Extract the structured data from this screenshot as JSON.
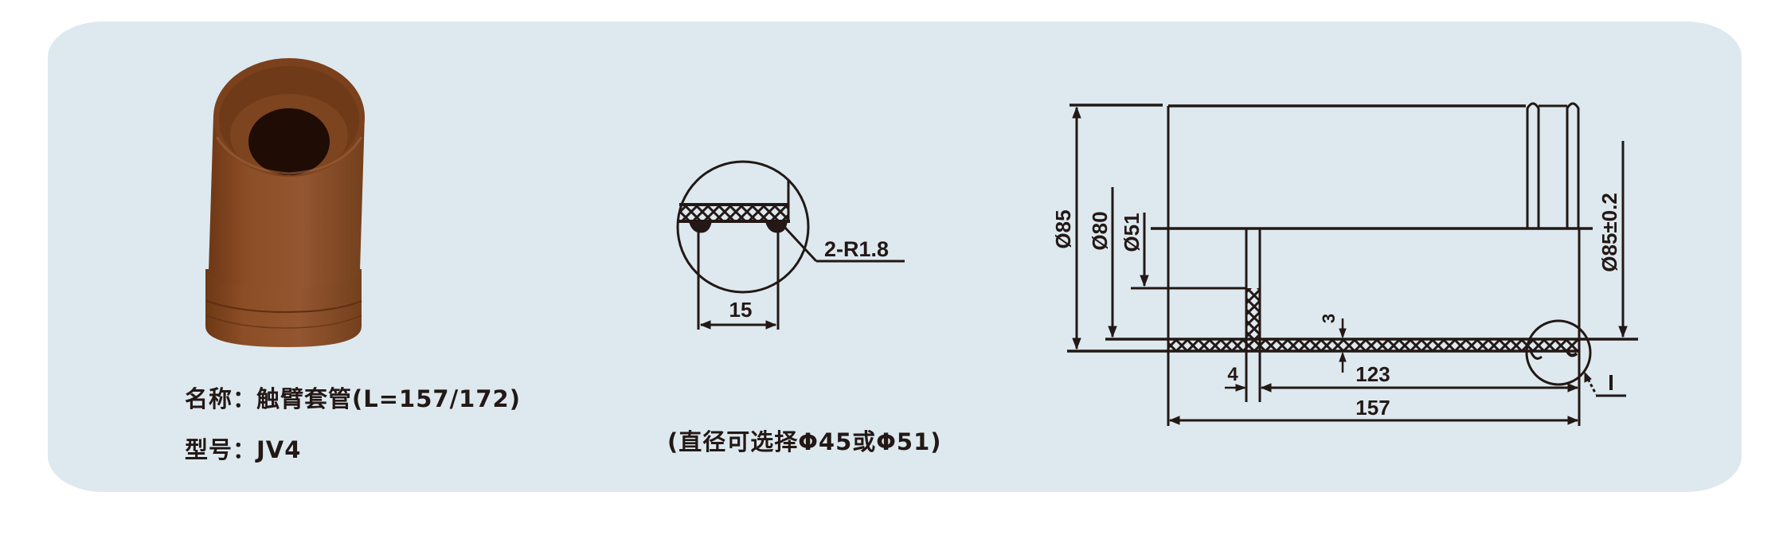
{
  "product": {
    "name_label": "名称：",
    "name_value": "触臂套管(L=157/172)",
    "model_label": "型号：",
    "model_value": "JV4"
  },
  "note": "(直径可选择Φ45或Φ51)",
  "detail_view": {
    "callout": "2-R1.8",
    "width_dim": "15"
  },
  "section_view": {
    "dims": {
      "outer_diameter": "Ø85",
      "inner_diameter": "Ø80",
      "bore_diameter": "Ø51",
      "toleranced_diameter": "Ø85±0.2",
      "wall_thickness": "3",
      "flange_thickness": "4",
      "inner_length": "123",
      "total_length": "157"
    },
    "detail_marker": "I"
  },
  "colors": {
    "panel_bg": "#dde9ef",
    "ink": "#231815",
    "product_brown": "#8a4a22"
  }
}
